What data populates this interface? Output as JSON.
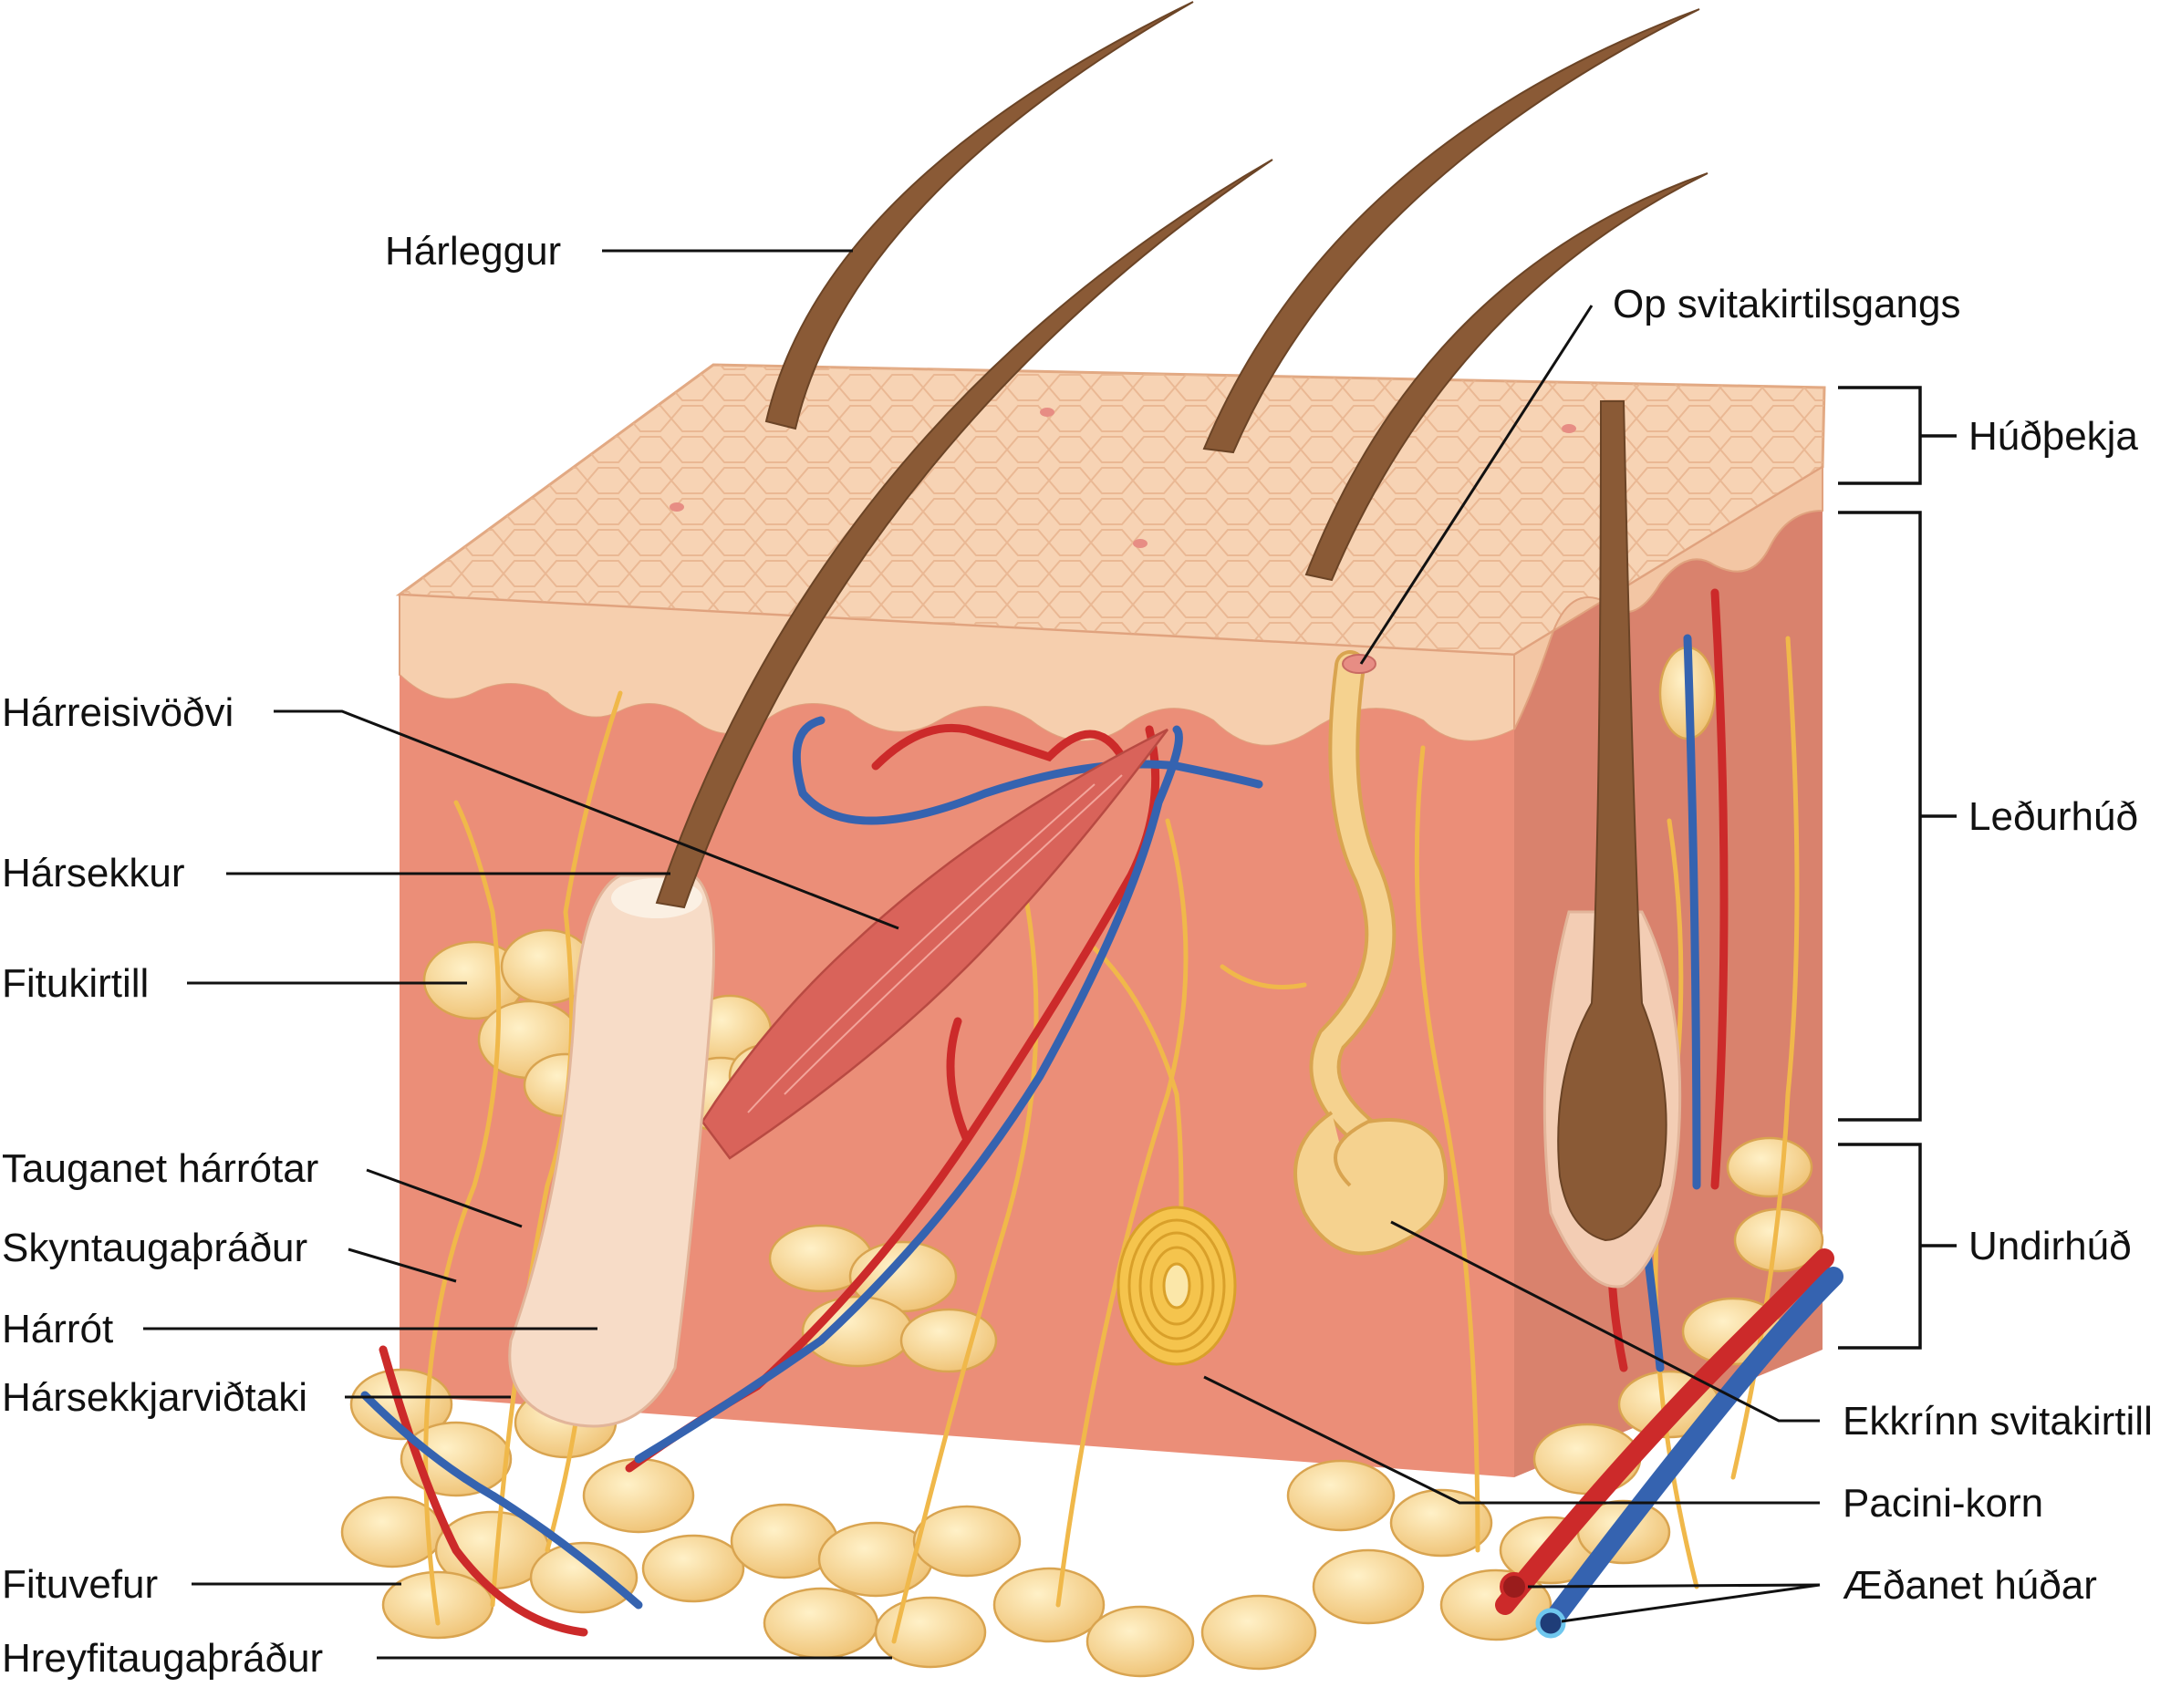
{
  "labels": {
    "harleggur": "Hárleggur",
    "op_svitakirtilsgangs": "Op svitakirtilsgangs",
    "hudpekja": "Húðþekja",
    "harreisivodvi": "Hárreisivöðvi",
    "harsekkur": "Hársekkur",
    "ledurhud": "Leðurhúð",
    "fitukirtill": "Fitukirtill",
    "tauganet_harrotar": "Tauganet hárrótar",
    "skyntaugaprodur": "Skyntaugaþráður",
    "undirhud": "Undirhúð",
    "harrot": "Hárrót",
    "harsekkjarvidtaki": "Hársekkjarviðtaki",
    "ekkrinn_svitakirtill": "Ekkrínn svitakirtill",
    "pacini_korn": "Pacini-korn",
    "fituvefur": "Fituvefur",
    "aedanet_hudar": "Æðanet húðar",
    "hreyfitaugaprodur": "Hreyfitaugaþráður"
  },
  "colors": {
    "epidermis": "#f7d2b2",
    "dermis_front": "#eb8e78",
    "dermis_side": "#d9826d",
    "fat": "#f5d28f",
    "hair": "#8a5a36",
    "artery": "#cc2a2a",
    "vein": "#3563b0",
    "nerve": "#f0b84a",
    "muscle": "#d9635a"
  }
}
